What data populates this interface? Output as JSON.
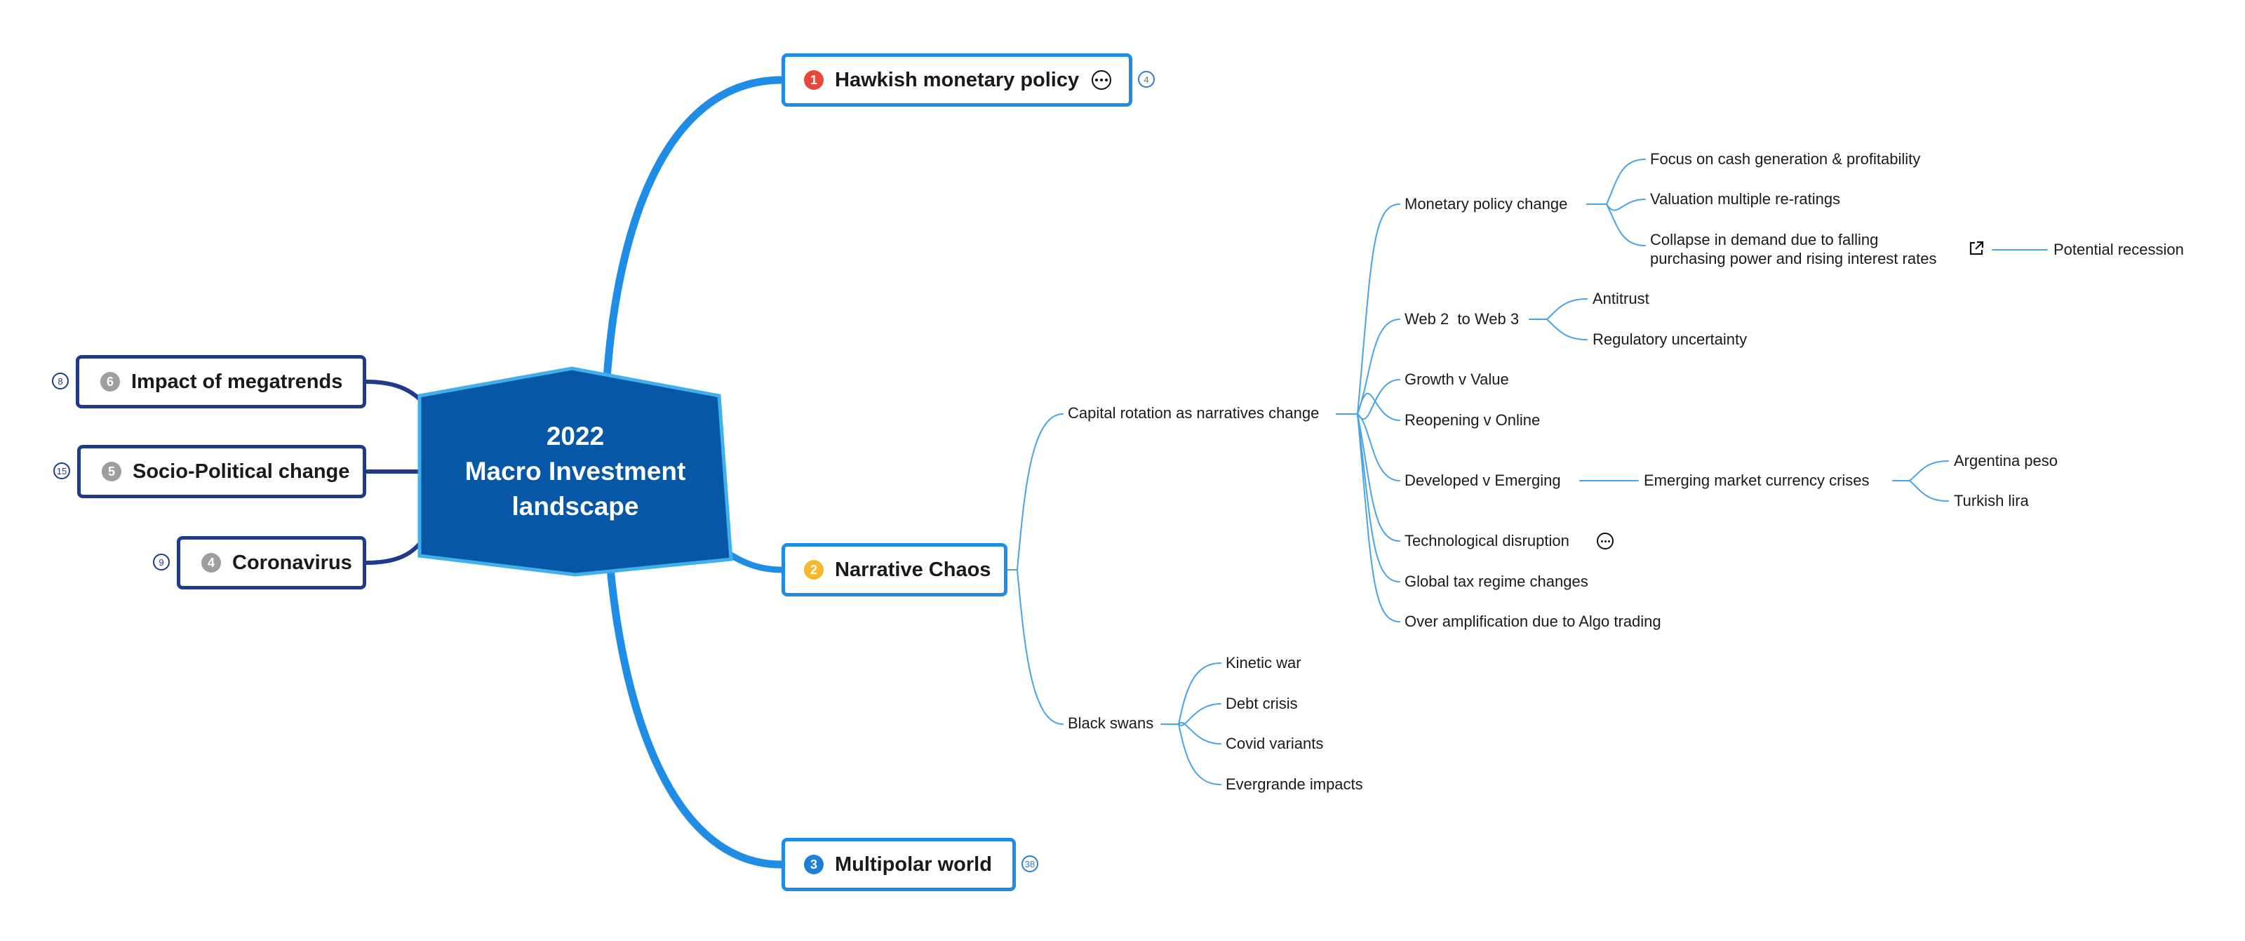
{
  "colors": {
    "central_fill": "#0657a6",
    "central_border": "#3fb0ea",
    "right_branch": "#1f8de6",
    "left_branch": "#1e3a8a",
    "leaf_line": "#4aa3e6"
  },
  "central": {
    "title_lines": [
      "2022",
      "Macro Investment",
      "landscape"
    ]
  },
  "branches": {
    "hawkish": {
      "label": "Hawkish monetary policy",
      "priority": "1",
      "priority_color": "#e8473b",
      "count": "4"
    },
    "narrative": {
      "label": "Narrative Chaos",
      "priority": "2",
      "priority_color": "#f5b82e"
    },
    "multipolar": {
      "label": "Multipolar world",
      "priority": "3",
      "priority_color": "#1f7fd6",
      "count": "38"
    },
    "megatrends": {
      "label": "Impact of megatrends",
      "priority": "6",
      "priority_color": "#9e9e9e",
      "count": "8"
    },
    "sociopolitical": {
      "label": "Socio-Political change",
      "priority": "5",
      "priority_color": "#9e9e9e",
      "count": "15"
    },
    "coronavirus": {
      "label": "Coronavirus",
      "priority": "4",
      "priority_color": "#9e9e9e",
      "count": "9"
    }
  },
  "narrative_chaos": {
    "capital_rotation": {
      "label": "Capital rotation as narratives change",
      "monetary_policy_change": {
        "label": "Monetary policy change",
        "children": [
          "Focus on cash generation & profitability",
          "Valuation multiple re-ratings",
          "Collapse in demand due to falling",
          "purchasing power and rising interest rates"
        ],
        "potential_recession": "Potential recession"
      },
      "web": {
        "label": "Web 2  to Web 3",
        "children": [
          "Antitrust",
          "Regulatory uncertainty"
        ]
      },
      "growth_value": "Growth v Value",
      "reopening": "Reopening v Online",
      "developed": {
        "label": "Developed v Emerging",
        "emerging_crises": "Emerging market currency crises",
        "children": [
          "Argentina peso",
          "Turkish lira"
        ]
      },
      "tech_disruption": "Technological disruption",
      "global_tax": "Global tax regime changes",
      "algo": "Over amplification due to Algo trading"
    },
    "black_swans": {
      "label": "Black swans",
      "children": [
        "Kinetic war",
        "Debt crisis",
        "Covid variants",
        "Evergrande impacts"
      ]
    }
  },
  "icons": {
    "more": "more-options-icon",
    "external_link": "external-link-icon"
  }
}
